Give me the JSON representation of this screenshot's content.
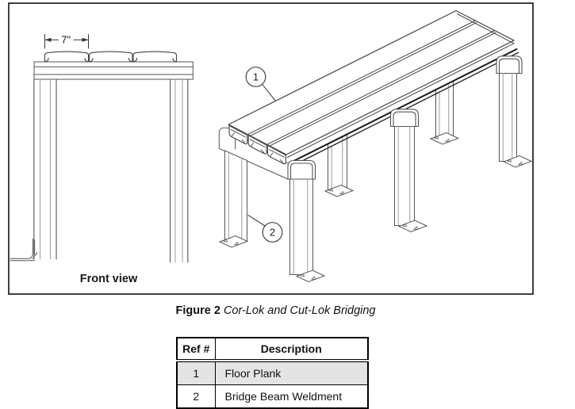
{
  "figure": {
    "views": {
      "front": {
        "label": "Front view",
        "dimension": "7\""
      },
      "iso": {
        "callout_1": "1",
        "callout_2": "2"
      }
    }
  },
  "caption": {
    "figure_label": "Figure 2",
    "figure_title": "Cor-Lok and Cut-Lok Bridging"
  },
  "parts_table": {
    "headers": {
      "ref": "Ref #",
      "description": "Description"
    },
    "rows": [
      {
        "ref": "1",
        "description": "Floor Plank"
      },
      {
        "ref": "2",
        "description": "Bridge Beam Weldment"
      }
    ]
  },
  "colors": {
    "line": "#555555",
    "line_dark": "#1a1a1a",
    "line_light": "#9b9b9b",
    "outline": "#444444",
    "border": "#000000",
    "row_shade": "#e4e4e4"
  }
}
